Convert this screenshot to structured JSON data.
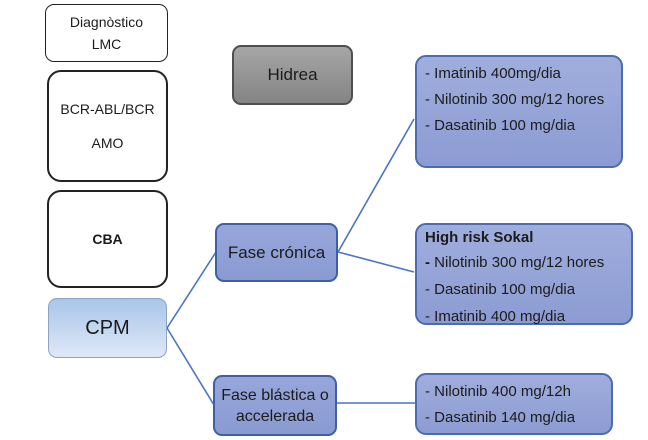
{
  "diagram": {
    "left_column": {
      "diagnostico": {
        "line1": "Diagnòstico",
        "line2": "LMC"
      },
      "bcr_abl": {
        "line1": "BCR-ABL/BCR",
        "line2": "AMO"
      },
      "cba": {
        "label": "CBA"
      },
      "cpm": {
        "label": "CPM"
      }
    },
    "middle": {
      "hidrea": {
        "label": "Hidrea"
      },
      "fase_cronica": {
        "label": "Fase crónica"
      },
      "fase_blastica": {
        "line1": "Fase blástica o",
        "line2": "accelerada"
      }
    },
    "right_column": {
      "first_line_treatment": {
        "items": [
          "- Imatinib 400mg/dia",
          "- Nilotinib 300 mg/12 hores",
          "- Dasatinib 100 mg/dia"
        ]
      },
      "high_risk_sokal": {
        "title": "High risk Sokal",
        "items": [
          "- Nilotinib 300 mg/12 hores",
          "- Dasatinib 100 mg/dia",
          "- Imatinib 400 mg/dia"
        ]
      },
      "blastic_treatment": {
        "items": [
          "- Nilotinib 400 mg/12h",
          "- Dasatinib 140 mg/dia"
        ]
      }
    },
    "colors": {
      "connector": "#4a74c4",
      "blue_box_fill": "#93a2d6",
      "blue_box_border": "#4b6cb3",
      "phase_box_border": "#3e5fa6",
      "cpm_fill_top": "#a9c6ea",
      "cpm_fill_bottom": "#dce6f6",
      "gray_fill": "#959595",
      "gray_border": "#4f4f4f",
      "white_box_border": "#222222",
      "text": "#1b1b1b"
    }
  }
}
